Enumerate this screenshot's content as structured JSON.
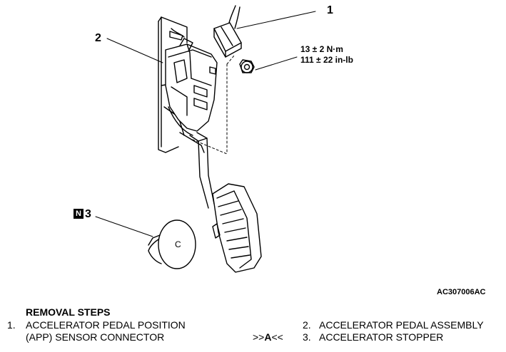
{
  "callouts": {
    "c1": "1",
    "c2": "2",
    "c3": "3"
  },
  "new_part_badge": "N",
  "torque": {
    "metric": "13 ± 2 N·m",
    "imperial": "111 ± 22 in-lb"
  },
  "figure_code": "AC307006AC",
  "removal": {
    "heading": "REMOVAL STEPS",
    "steps": [
      {
        "num": "1.",
        "line1": "ACCELERATOR PEDAL POSITION",
        "line2": "(APP) SENSOR CONNECTOR"
      },
      {
        "num": "2.",
        "line1": "ACCELERATOR PEDAL ASSEMBLY"
      },
      {
        "num": "3.",
        "line1": "ACCELERATOR STOPPER",
        "marker_prefix": ">>",
        "marker_letter": "A",
        "marker_suffix": "<<"
      }
    ]
  },
  "stopper_label": "C"
}
